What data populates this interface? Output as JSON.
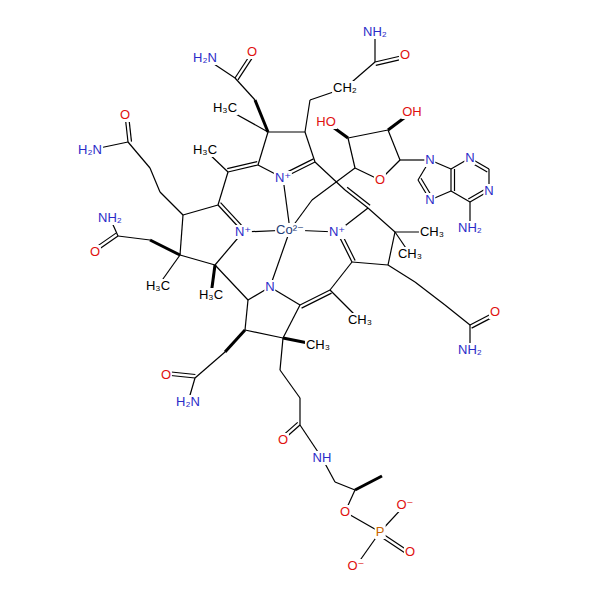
{
  "diagram": {
    "labels": [
      "NH₂",
      "O",
      "CH₂",
      "H₂N",
      "O",
      "H₃C",
      "H₃C",
      "H₂N",
      "O",
      "NH₂",
      "O",
      "H₃C",
      "H₃C",
      "N⁺",
      "N⁺",
      "Co²⁻",
      "N⁺",
      "N",
      "HO",
      "OH",
      "O",
      "N",
      "N",
      "N",
      "N",
      "NH₂",
      "CH₃",
      "CH₃",
      "CH₃",
      "O",
      "NH₂",
      "CH₃",
      "O",
      "H₂N",
      "O",
      "NH",
      "O",
      "P",
      "O⁻",
      "O",
      "O⁻"
    ]
  }
}
